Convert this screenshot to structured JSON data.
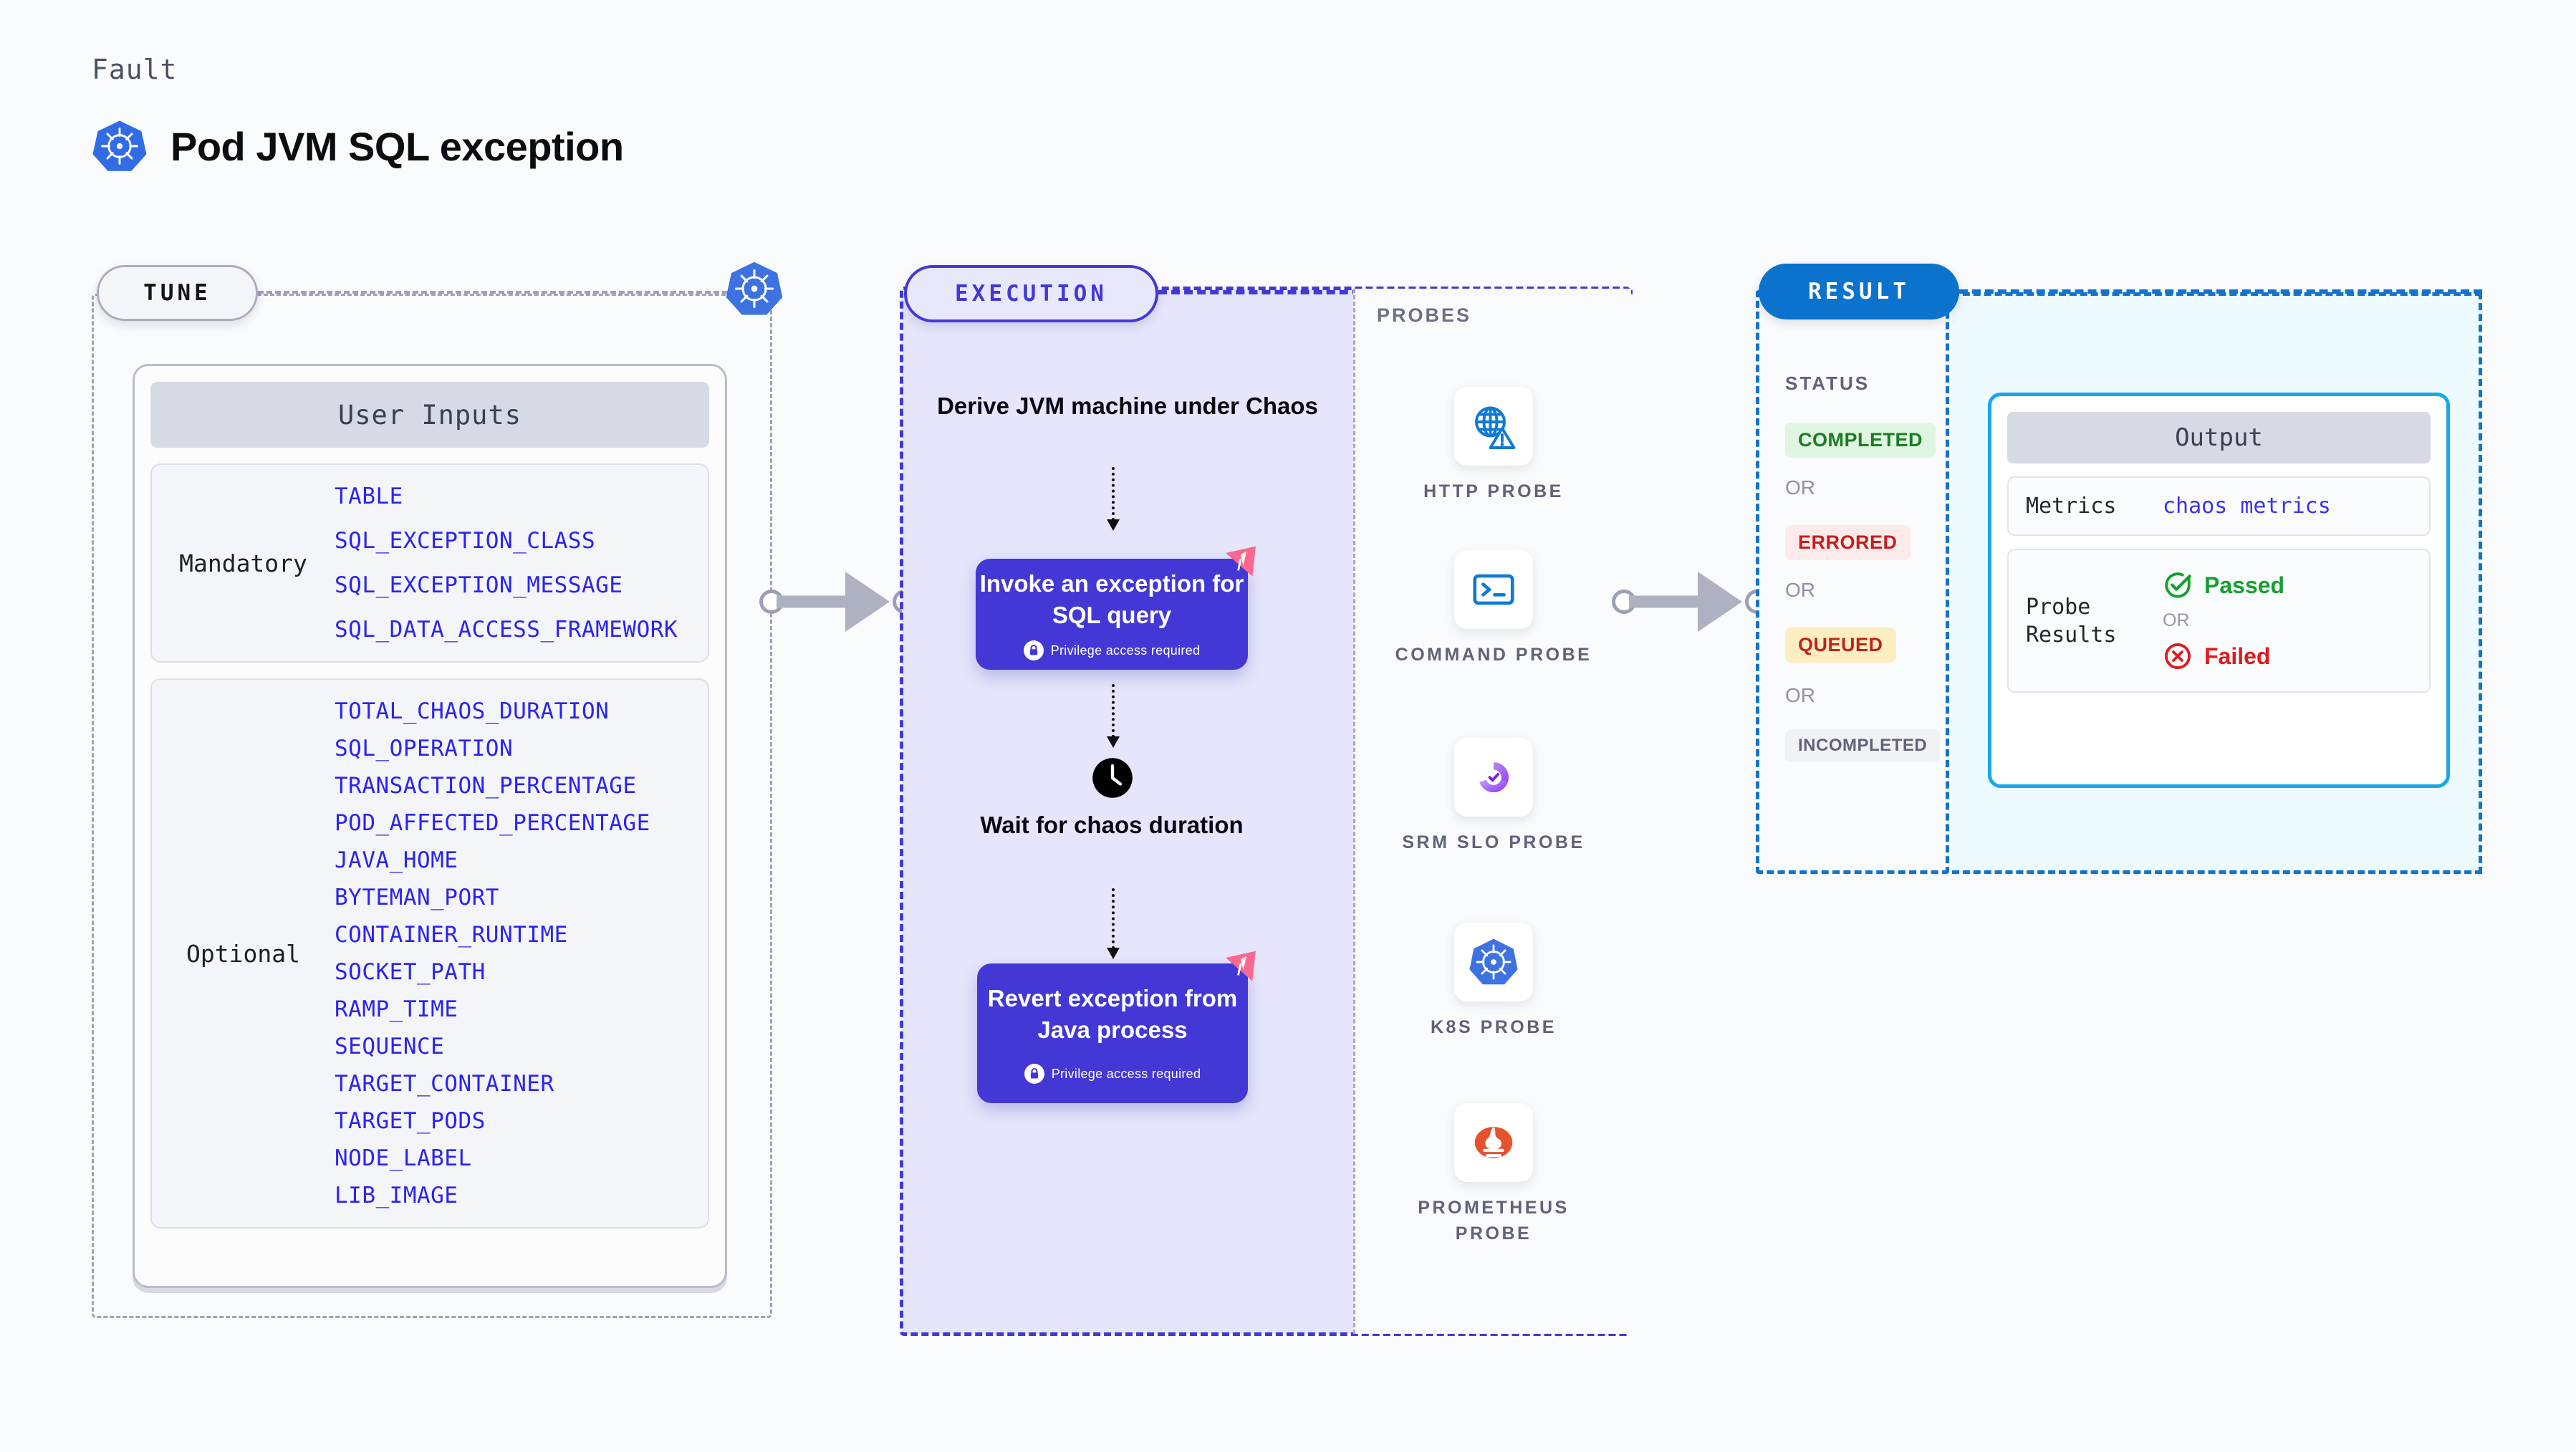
{
  "header": {
    "kicker": "Fault",
    "title": "Pod JVM SQL exception",
    "icon": "kubernetes-icon"
  },
  "tune": {
    "pill_label": "TUNE",
    "icon": "kubernetes-icon",
    "inputs_card": {
      "header": "User Inputs",
      "groups": [
        {
          "label": "Mandatory",
          "params": [
            "TABLE",
            "SQL_EXCEPTION_CLASS",
            "SQL_EXCEPTION_MESSAGE",
            "SQL_DATA_ACCESS_FRAMEWORK"
          ]
        },
        {
          "label": "Optional",
          "params": [
            "TOTAL_CHAOS_DURATION",
            "SQL_OPERATION",
            "TRANSACTION_PERCENTAGE",
            "POD_AFFECTED_PERCENTAGE",
            "JAVA_HOME",
            "BYTEMAN_PORT",
            "CONTAINER_RUNTIME",
            "SOCKET_PATH",
            "RAMP_TIME",
            "SEQUENCE",
            "TARGET_CONTAINER",
            "TARGET_PODS",
            "NODE_LABEL",
            "LIB_IMAGE"
          ]
        }
      ]
    }
  },
  "execution": {
    "pill_label": "EXECUTION",
    "steps": {
      "derive": "Derive JVM machine under Chaos",
      "invoke_title": "Invoke an exception for SQL query",
      "invoke_note": "Privilege access required",
      "wait": "Wait for chaos duration",
      "revert_title": "Revert exception from Java process",
      "revert_note": "Privilege access required"
    }
  },
  "probes": {
    "label": "PROBES",
    "items": [
      {
        "name": "HTTP PROBE",
        "icon": "globe-warning-icon"
      },
      {
        "name": "COMMAND PROBE",
        "icon": "terminal-icon"
      },
      {
        "name": "SRM SLO PROBE",
        "icon": "srm-slo-icon"
      },
      {
        "name": "K8S PROBE",
        "icon": "kubernetes-icon"
      },
      {
        "name": "PROMETHEUS PROBE",
        "icon": "prometheus-icon"
      }
    ]
  },
  "result": {
    "pill_label": "RESULT",
    "status_title": "STATUS",
    "or_label": "OR",
    "statuses": [
      {
        "label": "COMPLETED",
        "text_color": "#1a7d22",
        "bg_color": "#dff5e1"
      },
      {
        "label": "ERRORED",
        "text_color": "#c81e1e",
        "bg_color": "#fdeaea"
      },
      {
        "label": "QUEUED",
        "text_color": "#c0231c",
        "bg_color": "#fdeec2"
      },
      {
        "label": "INCOMPLETED",
        "text_color": "#5e6477",
        "bg_color": "#f1f2f6"
      }
    ]
  },
  "output": {
    "header": "Output",
    "rows": [
      {
        "key": "Metrics",
        "value": "chaos metrics"
      },
      {
        "key": "Probe Results",
        "passed": "Passed",
        "or": "OR",
        "failed": "Failed"
      }
    ]
  },
  "colors": {
    "primary_purple": "#4338d6",
    "result_blue": "#0b72ce",
    "output_cyan": "#17a8e8",
    "param_blue": "#2b23ef",
    "litmus_pink": "#f9698f"
  }
}
